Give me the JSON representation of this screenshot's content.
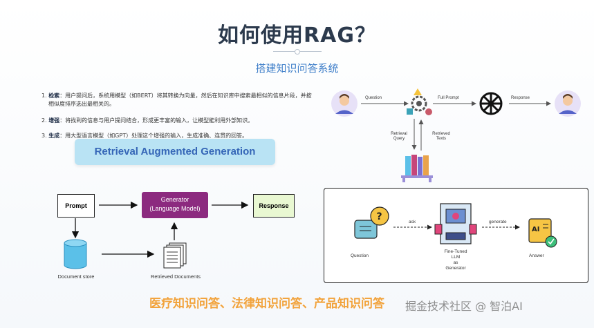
{
  "title": "如何使用RAG？",
  "subtitle": "搭建知识问答系统",
  "steps": [
    {
      "num": "1.",
      "name": "检索",
      "text": "：用户提问后，系统用模型（如BERT）将其转换为向量，然后在知识库中搜索最相似的信息片段，并按"
    },
    {
      "num": "",
      "name": "",
      "text": "相似度排序选出最相关的。"
    },
    {
      "num": "2.",
      "name": "增强",
      "text": "：将找到的信息与用户提问结合，形成更丰富的输入，让模型能利用外部知识。"
    },
    {
      "num": "3.",
      "name": "生成",
      "text": "：用大型语言模型（如GPT）处理这个增强的输入，生成准确、连贯的回答。"
    }
  ],
  "left_diagram": {
    "banner": "Retrieval Augmented Generation",
    "prompt": "Prompt",
    "generator_line1": "Generator",
    "generator_line2": "(Language Model)",
    "response": "Response",
    "document_store": "Document store",
    "retrieved_documents": "Retrieved Documents"
  },
  "right_top": {
    "question": "Question",
    "full_prompt": "Full Prompt",
    "response": "Response",
    "retrieval_query_1": "Retrieval",
    "retrieval_query_2": "Query",
    "retrieved_texts_1": "Retrieved",
    "retrieved_texts_2": "Texts"
  },
  "right_bottom": {
    "question": "Question",
    "ask": "ask",
    "llm_1": "Fine-Tuned",
    "llm_2": "LLM",
    "llm_3": "as",
    "llm_4": "Generator",
    "generate": "generate",
    "answer": "Answer",
    "ai_badge": "AI"
  },
  "footer": "医疗知识问答、法律知识问答、产品知识问答",
  "watermark": "掘金技术社区 @ 智泊AI",
  "colors": {
    "title": "#2c3a4d",
    "subtitle": "#3f7fc9",
    "banner_bg": "#b9e3f4",
    "generator_bg": "#8c2a7f",
    "response_bg": "#e9f8d2",
    "footer": "#f2a23a"
  }
}
